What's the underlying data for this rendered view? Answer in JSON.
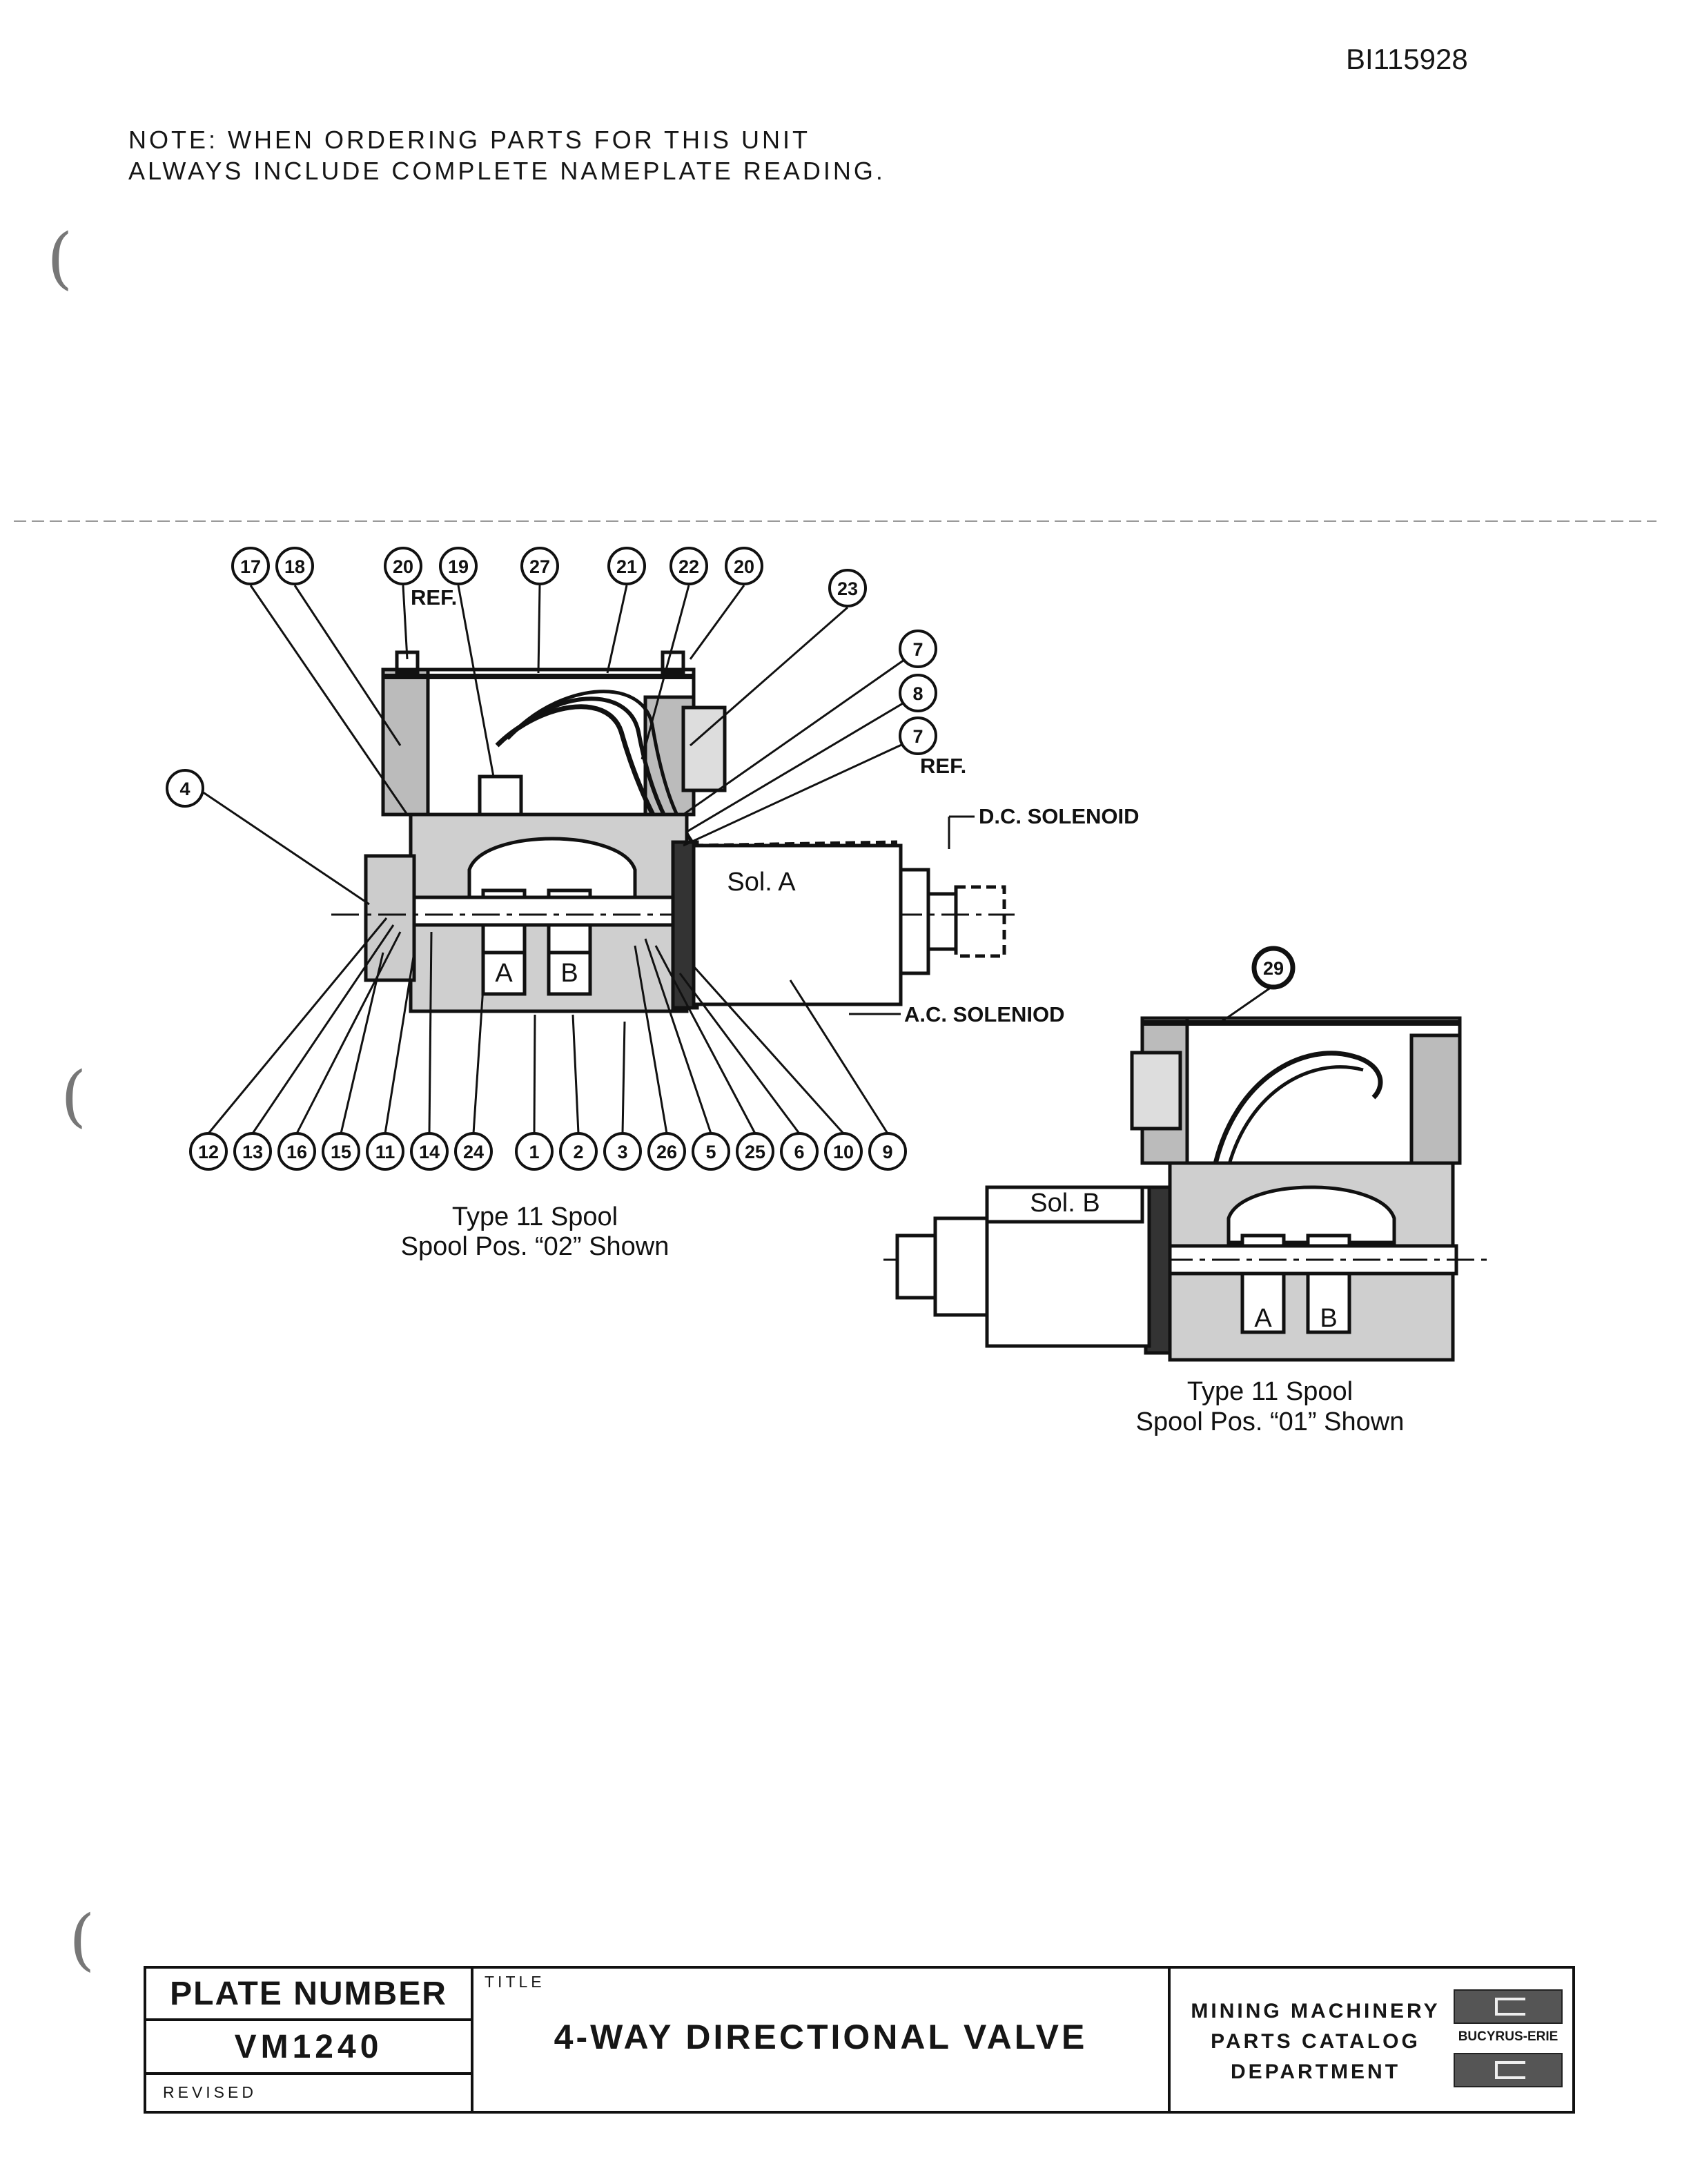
{
  "document_id": "BI115928",
  "note": {
    "line1": "NOTE:  WHEN ORDERING PARTS FOR THIS UNIT",
    "line2": "ALWAYS INCLUDE COMPLETE NAMEPLATE READING."
  },
  "diagram": {
    "top_callouts": [
      "17",
      "18",
      "20",
      "19",
      "27",
      "21",
      "22",
      "20",
      "23"
    ],
    "right_callouts": [
      "7",
      "8",
      "7"
    ],
    "left_callout": "4",
    "bottom_callouts": [
      "12",
      "13",
      "16",
      "15",
      "11",
      "14",
      "24",
      "1",
      "2",
      "3",
      "26",
      "5",
      "25",
      "6",
      "10",
      "9"
    ],
    "detail_callout": "29",
    "ref_labels": [
      "REF.",
      "REF."
    ],
    "dc_solenoid_label": "D.C. SOLENOID",
    "ac_solenoid_label": "A.C. SOLENIOD",
    "sol_a_label": "Sol. A",
    "sol_b_label": "Sol. B",
    "port_a": "A",
    "port_b": "B",
    "view1_caption_line1": "Type 11 Spool",
    "view1_caption_line2": "Spool Pos. “02” Shown",
    "view2_caption_line1": "Type 11 Spool",
    "view2_caption_line2": "Spool Pos. “01” Shown"
  },
  "title_block": {
    "plate_number_label": "PLATE NUMBER",
    "plate_number": "VM1240",
    "revised_label": "REVISED",
    "title_label": "TITLE",
    "title": "4-WAY DIRECTIONAL VALVE",
    "department_line1": "MINING MACHINERY",
    "department_line2": "PARTS CATALOG",
    "department_line3": "DEPARTMENT",
    "logo_text": "BUCYRUS-ERIE"
  },
  "colors": {
    "ink": "#161616",
    "paper": "#ffffff"
  }
}
